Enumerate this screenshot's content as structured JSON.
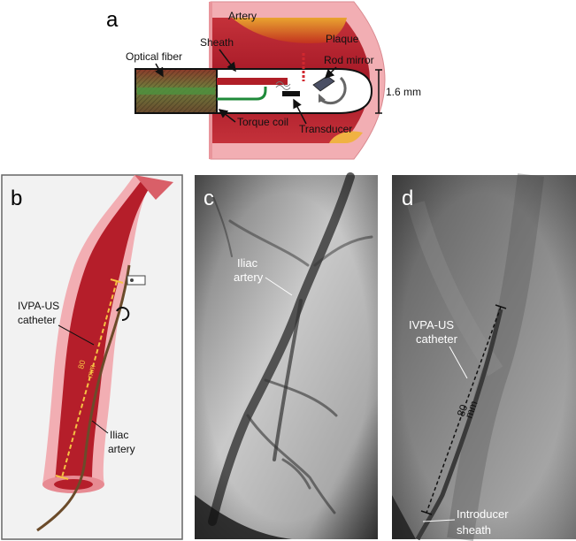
{
  "panel_a": {
    "letter": "a",
    "labels": {
      "artery": "Artery",
      "plaque": "Plaque",
      "sheath": "Sheath",
      "optical_fiber": "Optical fiber",
      "rod_mirror": "Rod mirror",
      "diameter": "1.6 mm",
      "torque_coil": "Torque coil",
      "transducer": "Transducer"
    }
  },
  "panel_b": {
    "letter": "b",
    "labels": {
      "catheter": [
        "IVPA-US",
        "catheter"
      ],
      "artery": [
        "Iliac",
        "artery"
      ],
      "length_value": "80",
      "length_unit": "mm"
    }
  },
  "panel_c": {
    "letter": "c",
    "labels": {
      "artery": [
        "Iliac",
        "artery"
      ]
    }
  },
  "panel_d": {
    "letter": "d",
    "labels": {
      "catheter": [
        "IVPA-US",
        "catheter"
      ],
      "length_value": "80",
      "length_unit": "mm",
      "sheath": [
        "Introducer",
        "sheath"
      ]
    }
  },
  "colors": {
    "vessel_outer": "#f2aeb3",
    "vessel_lumen": "#b51e2a",
    "plaque": "#f4a52a",
    "dimension": "#f6c243",
    "catheter_wire": "#6b4b2a"
  }
}
